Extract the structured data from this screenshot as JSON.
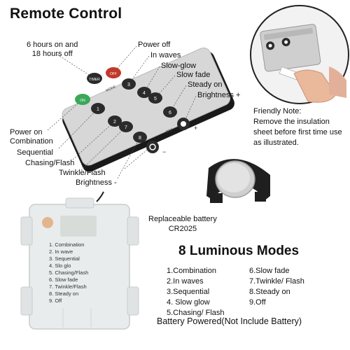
{
  "title": "Remote Control",
  "remote_labels": {
    "timer": "6 hours on and\n18 hours off",
    "power_off": "Power off",
    "in_waves": "In waves",
    "slow_glow": "Slow-glow",
    "slow_fade": "Slow fade",
    "steady_on": "Steady on",
    "brightness_plus": "Brightness +",
    "power_on_combination": "Power on\nCombination",
    "sequential": "Sequential",
    "chasing_flash": "Chasing/Flash",
    "twinkle_flash": "Twinkle/Flash",
    "brightness_minus": "Brightness -"
  },
  "remote_buttons": {
    "timer": "TIMER",
    "off": "OFF",
    "on": "ON",
    "mode": "MODE",
    "dim": "DIM",
    "plus": "+",
    "minus": "−",
    "numbers": [
      "1",
      "2",
      "3",
      "4",
      "5",
      "6",
      "7",
      "8"
    ]
  },
  "friendly_note": "Friendly Note:\nRemove the insulation sheet before first time use as illustrated.",
  "battery": {
    "label": "Replaceable battery\nCR2025"
  },
  "modes_title": "8 Luminous Modes",
  "modes_left": [
    "1.Combination",
    "2.In waves",
    "3.Sequential",
    "4. Slow glow",
    "5.Chasing/ Flash"
  ],
  "modes_right": [
    "6.Slow fade",
    "7.Twinkle/ Flash",
    "8.Steady on",
    "9.Off"
  ],
  "battery_box_printed": [
    "1. Combination",
    "2. In wave",
    "3. Sequential",
    "4. Slo glo",
    "5. Chasing/Flash",
    "6. Slow fade",
    "7. Twinkle/Flash",
    "8. Steady on",
    "9. Off"
  ],
  "battery_powered_note": "Battery Powered(Not Include Battery)",
  "colors": {
    "remote_body": "#d5d5d5",
    "button_dark": "#2b2b2b",
    "off_button": "#c0392b",
    "on_button": "#3aa858",
    "battery_box": "#e9ecec"
  }
}
